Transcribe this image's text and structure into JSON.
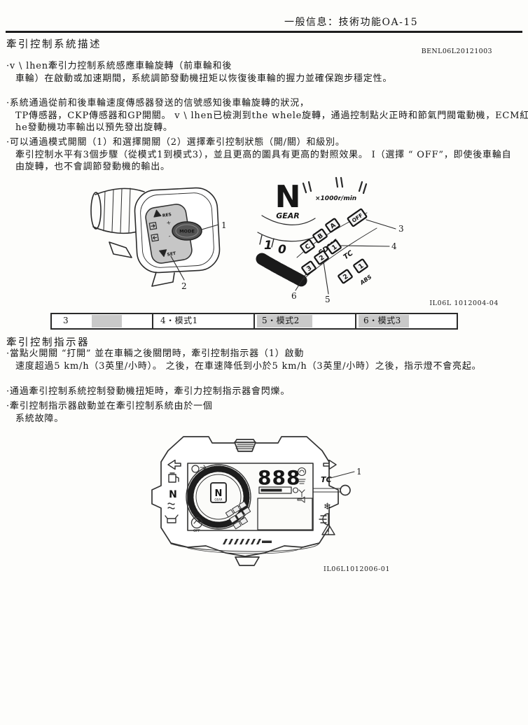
{
  "header": {
    "title": "一般信息：技術功能OA-15"
  },
  "section1": {
    "title": "牽引控制系統描述",
    "ref_code": "BENL06L20121003",
    "bullets": [
      {
        "l1": "·v \\ lhen牽引力控制系統感應車輪旋轉（前車輪和後",
        "l2": "車輪）在啟動或加速期間，系統調節發動機扭矩以恢復後車輪的握力並確保跑步穩定性。"
      },
      {
        "l1": "·系統通過從前和後車輪速度傳感器發送的信號感知後車輪旋轉的狀況，",
        "l2": "TP傳感器，CKP傳感器和GP開關。 v \\ lhen已檢測到the whele旋轉，通過控制點火正時和節氣門閥電動機，ECM紅ecm t",
        "l3": "he發動機功率輸出以預先發出旋轉。"
      },
      {
        "l1": "·可以通過模式開關（1）和選擇開關（2）選擇牽引控制狀態（開/關）和級別。",
        "l2": "牽引控制水平有3個步驟（從模式1到模式3），並且更高的圖具有更高的對照效果。 I（選擇 “ OFF”，即使後車輪自",
        "l3": "由旋轉，也不會調節發動機的輸出。"
      }
    ]
  },
  "figure1": {
    "caption": "IL06L 1012004-04",
    "switch": {
      "mode_button": "MODE",
      "res_label": "RES",
      "set_label": "SET",
      "plus": "+",
      "minus": "-",
      "callout_mode_switch": "1",
      "callout_select_switch": "2"
    },
    "gauge": {
      "gear_letter": "N",
      "gear_label": "GEAR",
      "rpm_label": "×1000r/min",
      "dial_num_1": "1",
      "dial_num_0": "0",
      "sdms_label": "SDMS",
      "sdms_c": "C",
      "sdms_b": "B",
      "sdms_a": "A",
      "off_label": "OFF",
      "tc_label": "TC",
      "tc_3": "3",
      "tc_2": "2",
      "tc_1": "1",
      "abs_label": "ABS",
      "abs_2": "2",
      "abs_1": "1",
      "callout_off": "3",
      "callout_mode1": "4",
      "callout_mode2": "5",
      "callout_mode3": "6"
    }
  },
  "legend": {
    "cells": [
      {
        "label": "3"
      },
      {
        "label": "4・模式1"
      },
      {
        "label": "5・模式2"
      },
      {
        "label": "6・模式3"
      }
    ]
  },
  "section2": {
    "title": "牽引控制指示器",
    "bullets": [
      {
        "l1": "·當點火開關 “打開” 並在車輛之後關閉時，牽引控制指示器（1）啟動",
        "l2": "速度超過5 km/h（3英里/小時）。 之後，在車速降低到小於5 km/h（3英里/小時）之後，指示燈不會亮起。"
      },
      {
        "l1": "·通過牽引控制系統控制發動機扭矩時，牽引力控制指示器會閃爍。"
      },
      {
        "l1": "·牽引控制指示器啟動並在牽引控制系統由於一個",
        "l2": "系統故障。"
      }
    ]
  },
  "figure2": {
    "caption": "IL06L1012006-01",
    "callout_tc": "1",
    "tc_label": "TC",
    "neutral_label": "N",
    "gear_letter": "N",
    "gear_label": "GEAR",
    "digits": "888",
    "tc_off_label": "OFF",
    "snowflake_glyph": "❄"
  }
}
